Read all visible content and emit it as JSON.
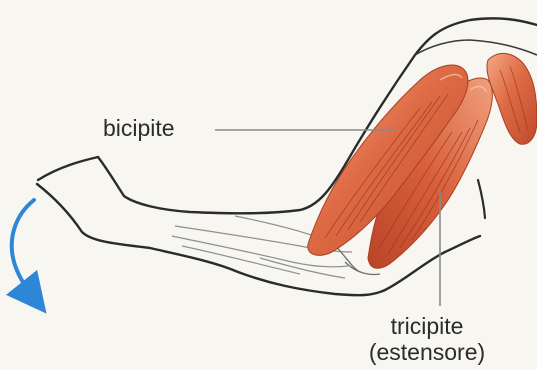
{
  "labels": {
    "biceps": "bicipite",
    "triceps_line1": "tricipite",
    "triceps_line2": "(estensore)"
  },
  "colors": {
    "background": "#f7f6f1",
    "outline": "#2b2b2b",
    "muscle": "#d9653f",
    "muscle_dark": "#b8452a",
    "muscle_light": "#f1a27f",
    "leader_line": "#8a8a8a",
    "arrow": "#2d86d6"
  },
  "icons": {
    "motion_arrow": "curved-arrow-down-icon"
  }
}
